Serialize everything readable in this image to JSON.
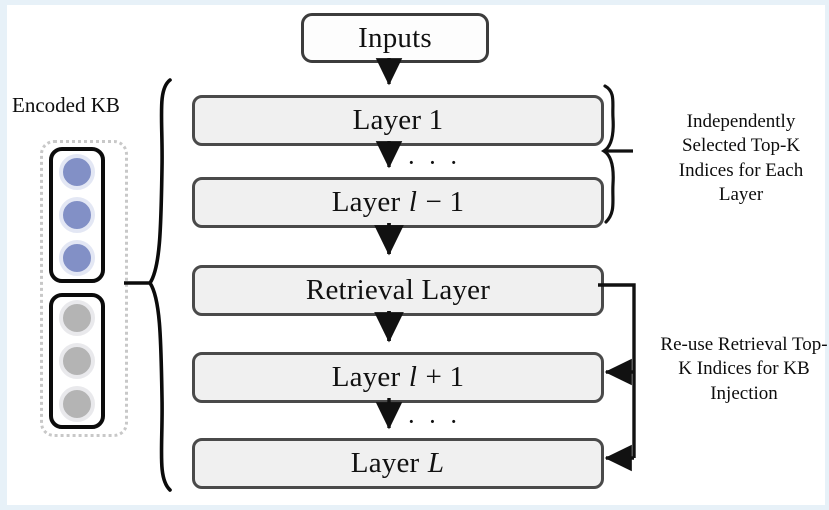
{
  "figure": {
    "title": "Layer-wise KB retrieval and injection diagram",
    "background_color": "#e7f1f8",
    "panel_color": "#ffffff"
  },
  "nodes": {
    "inputs": {
      "label": "Inputs"
    },
    "layer_1": {
      "label": "Layer 1"
    },
    "layer_l_minus_1": {
      "pre": "Layer ",
      "var": "l",
      "post": " − 1"
    },
    "retrieval_layer": {
      "label": "Retrieval Layer"
    },
    "layer_l_plus_1": {
      "pre": "Layer ",
      "var": "l",
      "post": " + 1"
    },
    "layer_L": {
      "pre": "Layer ",
      "var": "L",
      "post": ""
    }
  },
  "ellipsis": {
    "upper": "· · ·",
    "lower": "· · ·"
  },
  "annotations": {
    "right_top": "Independently Selected Top-K Indices for Each Layer",
    "right_bottom": "Re-use Retrieval Top-K Indices for KB Injection"
  },
  "encoded_kb": {
    "title": "Encoded KB",
    "groups": [
      {
        "name": "retrieved",
        "color": "#8290c6",
        "dots": 3
      },
      {
        "name": "remaining",
        "color": "#b4b4b4",
        "dots": 3
      }
    ]
  },
  "colors": {
    "box_fill": "#f0f0f0",
    "box_border": "#4a4a4a",
    "kb_border": "#0b0b0b",
    "kb_dotted": "#c8c8c8",
    "blue_dot": "#8290c6",
    "gray_dot": "#b4b4b4",
    "arrow": "#111111"
  }
}
